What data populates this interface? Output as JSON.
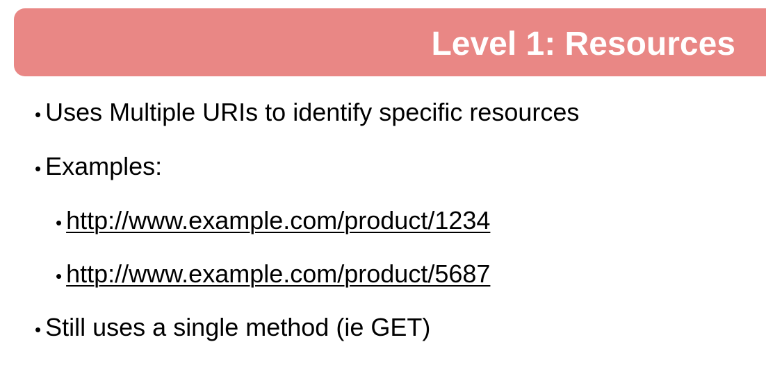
{
  "slide": {
    "title": "Level 1: Resources",
    "bullets": [
      {
        "text": "Uses Multiple URIs to identify specific resources"
      },
      {
        "text": "Examples:"
      },
      {
        "text": "http://www.example.com/product/1234"
      },
      {
        "text": "http://www.example.com/product/5687"
      },
      {
        "text": "Still uses a single method (ie GET)"
      }
    ],
    "bullet_glyph": "•"
  },
  "colors": {
    "title_banner": "#e98785",
    "title_text": "#ffffff",
    "body_text": "#000000"
  }
}
